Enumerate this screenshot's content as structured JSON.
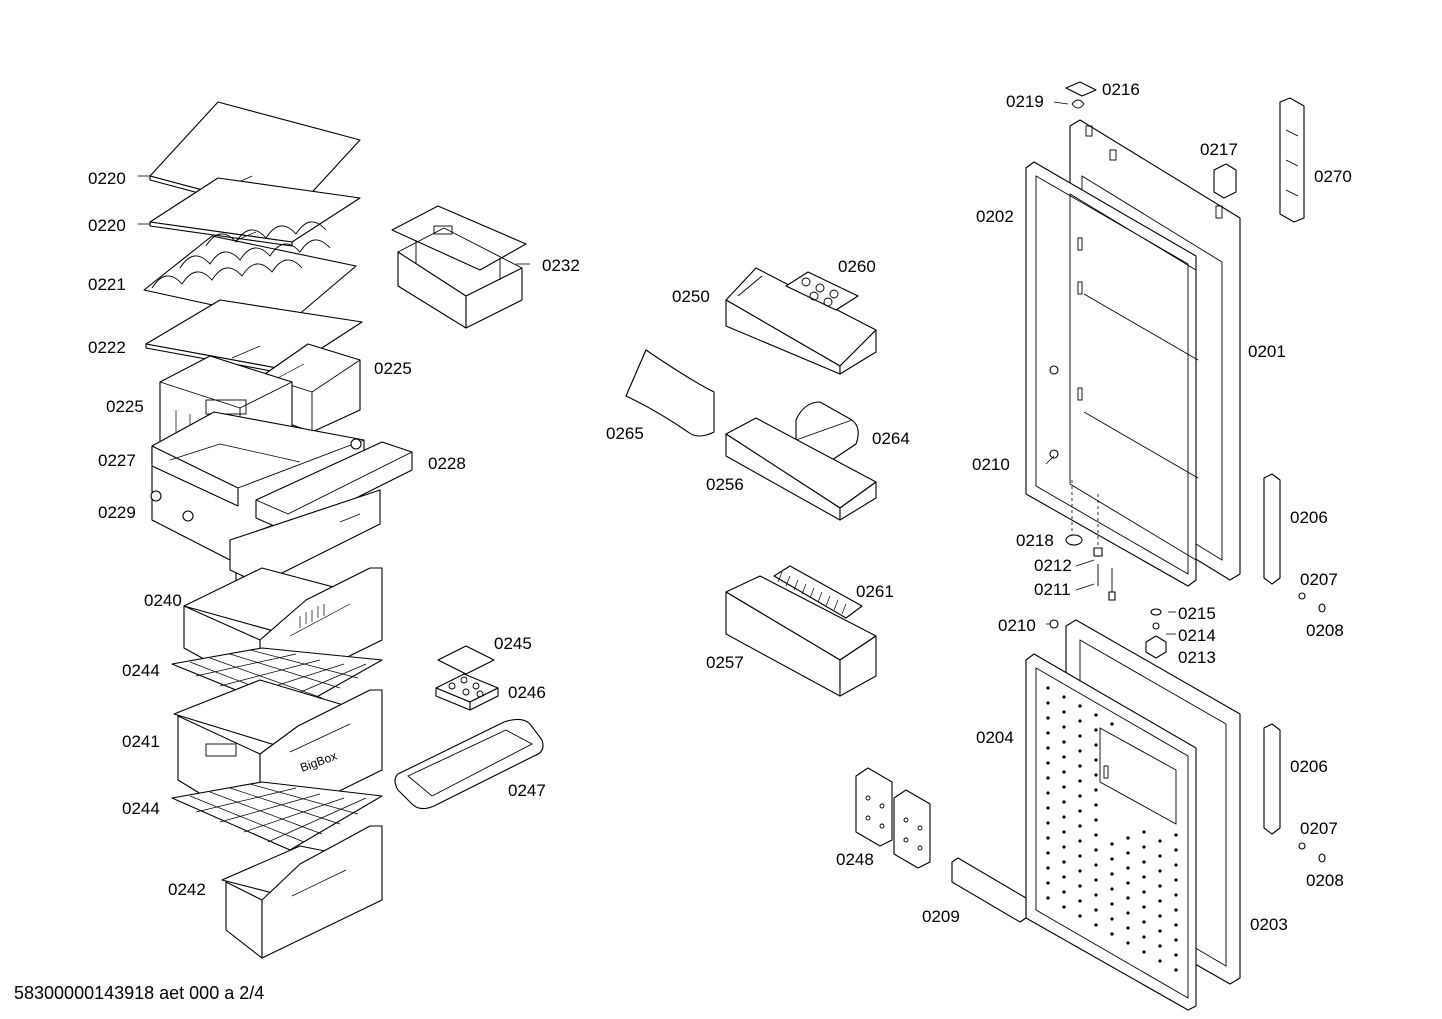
{
  "diagram": {
    "footer": "58300000143918 aet 000 a 2/4",
    "labels": {
      "l0220a": "0220",
      "l0220b": "0220",
      "l0221": "0221",
      "l0222": "0222",
      "l0225a": "0225",
      "l0225b": "0225",
      "l0227": "0227",
      "l0228": "0228",
      "l0229": "0229",
      "l0232": "0232",
      "l0240": "0240",
      "l0244a": "0244",
      "l0241": "0241",
      "l0244b": "0244",
      "l0242": "0242",
      "l0245": "0245",
      "l0246": "0246",
      "l0247": "0247",
      "l0250": "0250",
      "l0260": "0260",
      "l0265": "0265",
      "l0264": "0264",
      "l0256": "0256",
      "l0261": "0261",
      "l0257": "0257",
      "l0219": "0219",
      "l0216": "0216",
      "l0217": "0217",
      "l0270": "0270",
      "l0202": "0202",
      "l0201": "0201",
      "l0210a": "0210",
      "l0218": "0218",
      "l0212": "0212",
      "l0211": "0211",
      "l0206a": "0206",
      "l0207a": "0207",
      "l0208a": "0208",
      "l0215": "0215",
      "l0214": "0214",
      "l0213": "0213",
      "l0210b": "0210",
      "l0204": "0204",
      "l0206b": "0206",
      "l0207b": "0207",
      "l0208b": "0208",
      "l0248": "0248",
      "l0209": "0209",
      "l0203": "0203"
    },
    "drawer_text": "BigBox"
  }
}
